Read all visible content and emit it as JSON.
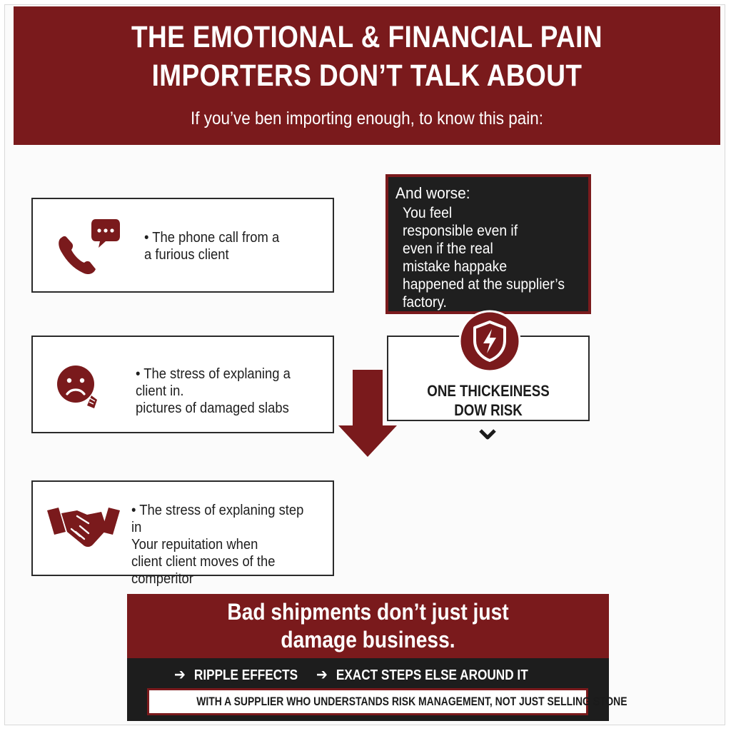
{
  "colors": {
    "brand_red": "#7a1a1c",
    "dark": "#1f1f1f",
    "text": "#1e1e1e",
    "background": "#ffffff"
  },
  "header": {
    "title": "THE EMOTIONAL & FINANCIAL PAIN\nIMPORTERS DON’T TALK ABOUT",
    "subtitle": "If you’ve ben importing enough, to know this pain:"
  },
  "pains": [
    {
      "icon": "phone-chat-icon",
      "text": "• The phone call from a\n   a furious client"
    },
    {
      "icon": "sad-face-icon",
      "text": "• The stress of explaning a\n   client in.\n     pictures of damaged slabs"
    },
    {
      "icon": "handshake-icon",
      "text": "• The stress of explaning step in\n   Your repuitation when\n   client client moves of the\n   comperitor"
    }
  ],
  "worse": {
    "title": "And worse:",
    "text": "You feel\nresponsible even if\neven if the real\nmistake happake\nhappened at the supplier’s\nfactory."
  },
  "risk": {
    "icon": "shield-lightning-icon",
    "text": "ONE THICKEINESS\nDOW RISK"
  },
  "footer": {
    "title": "Bad shipments don’t just just\ndamage business.",
    "ripple": [
      "RIPPLE EFFECTS",
      "EXACT STEPS ELSE AROUND IT"
    ],
    "arrow_glyph": "➔",
    "bottom_bar": "WITH A SUPPLIER WHO UNDERSTANDS RISK MANAGEMENT, NOT JUST SELLING STONE"
  }
}
